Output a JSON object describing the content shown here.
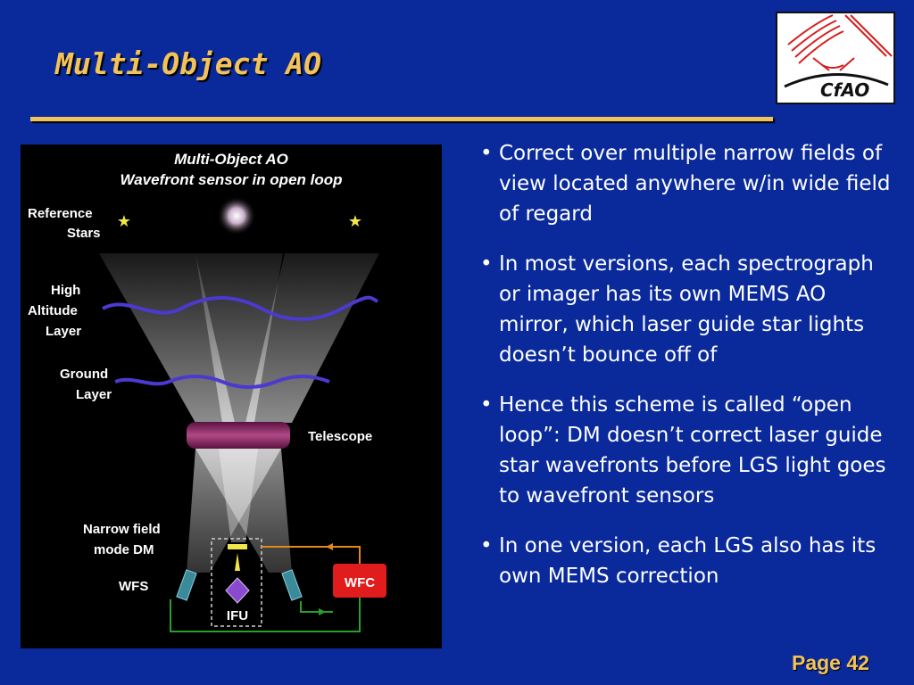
{
  "slide": {
    "title": "Multi-Object AO",
    "page_label": "Page 42",
    "colors": {
      "background": "#0a2a9c",
      "accent": "#f2c35a",
      "text": "#ffffff"
    }
  },
  "logo": {
    "text": "CfAO",
    "icon": "cfao-logo-icon"
  },
  "figure": {
    "title_line1": "Multi-Object AO",
    "title_line2": "Wavefront sensor in open loop",
    "labels": {
      "reference_stars_1": "Reference",
      "reference_stars_2": "Stars",
      "high_altitude_1": "High",
      "high_altitude_2": "Altitude",
      "high_altitude_3": "Layer",
      "ground_1": "Ground",
      "ground_2": "Layer",
      "telescope": "Telescope",
      "narrow_field_1": "Narrow field",
      "narrow_field_2": "mode DM",
      "wfs": "WFS",
      "ifu": "IFU",
      "wfc": "WFC"
    }
  },
  "bullets": [
    "Correct over multiple narrow fields of view located anywhere w/in wide field of regard",
    "In most versions, each spectrograph or imager has its own MEMS AO mirror, which laser guide star lights doesnʼt bounce off of",
    "Hence this scheme is called “open loop”: DM doesnʼt correct laser guide star wavefronts before LGS light goes to wavefront sensors",
    "In one version, each LGS also has its own MEMS correction"
  ]
}
